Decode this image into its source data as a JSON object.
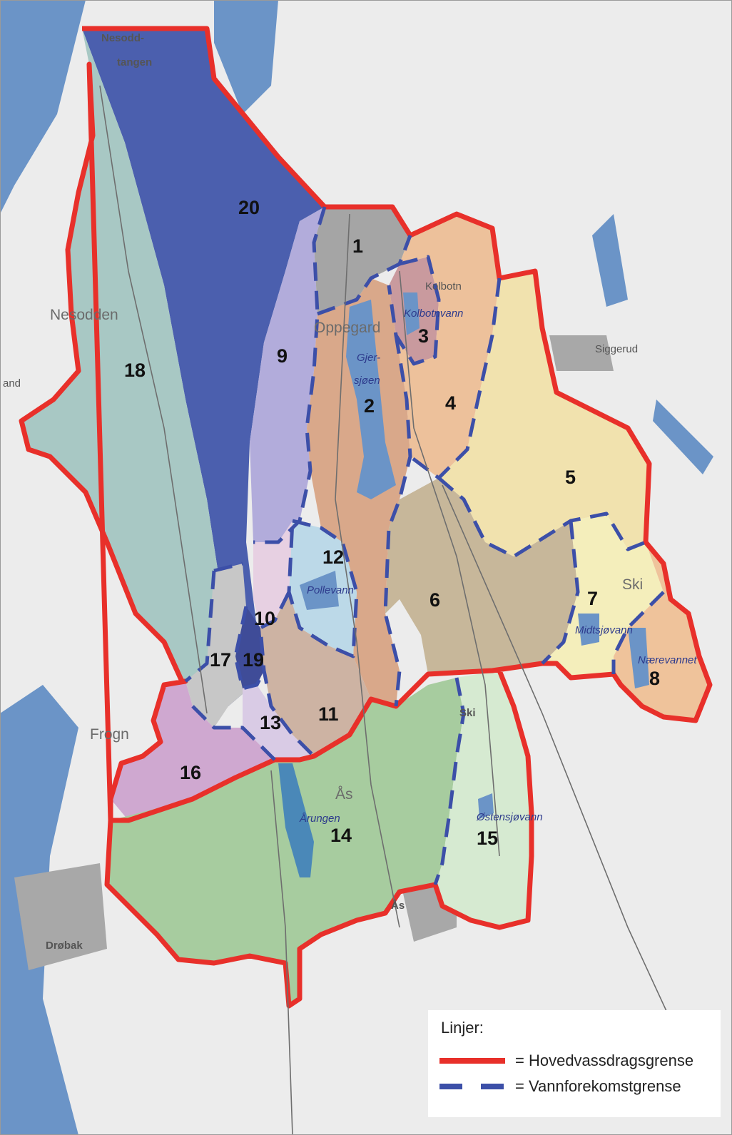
{
  "zones": [
    "1",
    "2",
    "3",
    "4",
    "5",
    "6",
    "7",
    "8",
    "9",
    "10",
    "11",
    "12",
    "13",
    "14",
    "15",
    "16",
    "17",
    "19",
    "20",
    "18"
  ],
  "places": {
    "nesoddtangen_1": "Nesodd-",
    "nesoddtangen_2": "tangen",
    "nesodden": "Nesodden",
    "land": "and",
    "oppegard": "Oppegard",
    "kolbotn": "Kolbotn",
    "siggerud": "Siggerud",
    "ski_town": "Ski",
    "ski_station": "Ski",
    "frogn": "Frogn",
    "as_region": "Ås",
    "as_town": "Ås",
    "drobak": "Drøbak"
  },
  "lakes": {
    "kolbotnvann": "Kolbotnvann",
    "gjersjoen_1": "Gjer-",
    "gjersjoen_2": "sjøen",
    "pollevann": "Pollevann",
    "midtsjovann": "Midtsjøvann",
    "naerevannet": "Nærevannet",
    "arungen": "Årungen",
    "ostensjovann": "Østensjøvann"
  },
  "legend": {
    "title": "Linjer:",
    "main_boundary": "= Hovedvassdragsgrense",
    "waterbody_boundary": "= Vannforekomstgrense"
  },
  "colors": {
    "fjord": "#6b94c7",
    "main_boundary": "#e8302a",
    "waterbody_boundary": "#3c4fa8",
    "zone_20": "#4b5fae"
  }
}
